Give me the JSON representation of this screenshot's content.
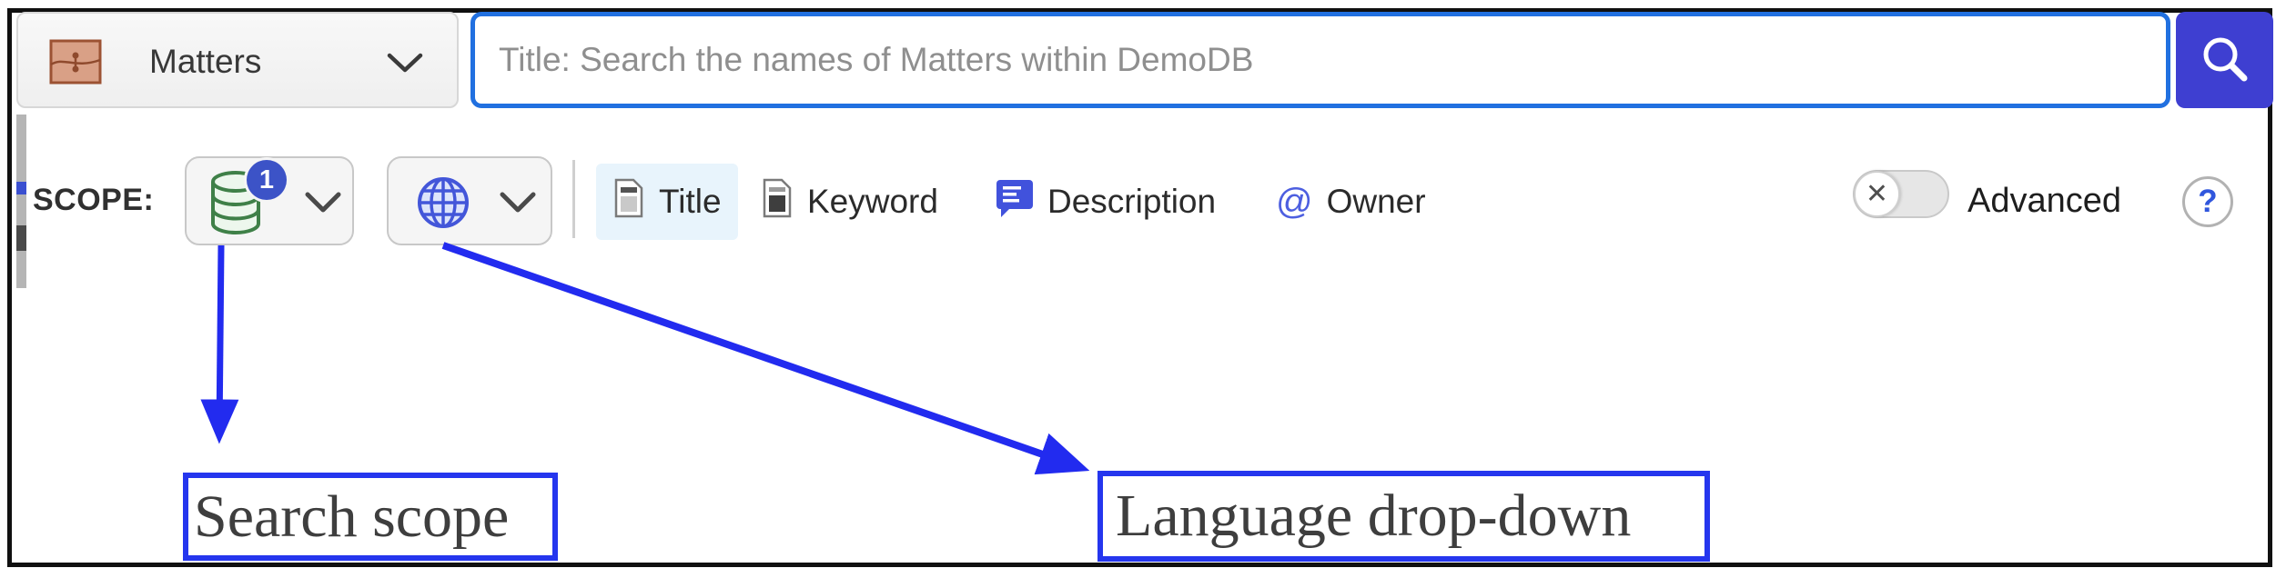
{
  "toolbar": {
    "collection_selector": {
      "label": "Matters",
      "icon": "briefcase-icon"
    },
    "search_input": {
      "value": "",
      "placeholder": "Title: Search the names of Matters within DemoDB"
    },
    "search_button": {
      "icon": "magnifier-icon"
    }
  },
  "scope_bar": {
    "label": "SCOPE:",
    "scope_dropdown": {
      "icon": "database-icon",
      "badge": "1"
    },
    "language_dropdown": {
      "icon": "globe-icon"
    },
    "filters": [
      {
        "label": "Title",
        "icon": "document-outline-icon",
        "active": true
      },
      {
        "label": "Keyword",
        "icon": "document-filled-icon",
        "active": false
      },
      {
        "label": "Description",
        "icon": "comment-bubble-icon",
        "active": false
      },
      {
        "label": "Owner",
        "icon": "at-sign-icon",
        "glyph": "@",
        "active": false
      }
    ],
    "advanced_toggle": {
      "label": "Advanced",
      "state": "off",
      "knob_glyph": "✕"
    },
    "help_button": {
      "glyph": "?"
    }
  },
  "annotations": {
    "search_scope": {
      "text": "Search scope"
    },
    "language_dropdown": {
      "text": "Language drop-down"
    }
  },
  "colors": {
    "annotation_blue": "#2536EE",
    "arrow_blue": "#222BEF",
    "input_border_blue": "#2170E0",
    "search_button_indigo": "#3E3FD1",
    "badge_blue": "#3C53C7",
    "globe_blue": "#4356D9",
    "database_green": "#3F8048",
    "title_chip_bg": "#E8F4FC",
    "briefcase_tan": "#D9A086"
  }
}
